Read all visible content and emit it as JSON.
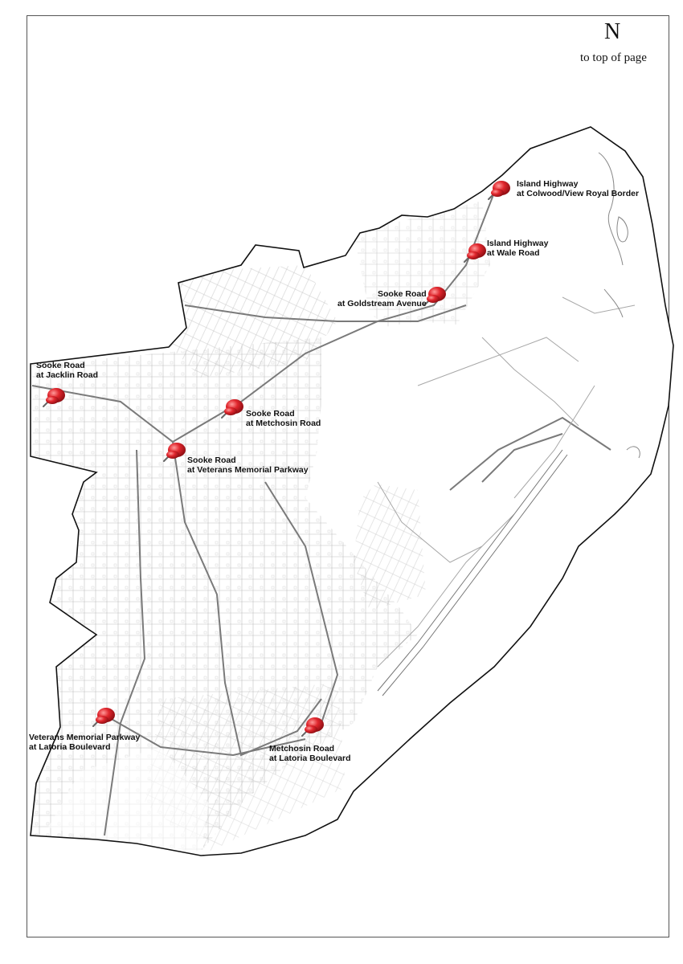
{
  "compass": {
    "north_label": "N",
    "top_link": "to top of page"
  },
  "colors": {
    "pin_red": "#d8232a",
    "boundary": "#111111",
    "street": "#9a9a9a"
  },
  "markers": [
    {
      "id": "island-colwood",
      "line1": "Island Highway",
      "line2": "at Colwood/View Royal Border"
    },
    {
      "id": "island-wale",
      "line1": "Island Highway",
      "line2": "at Wale Road"
    },
    {
      "id": "sooke-goldstream",
      "line1": "Sooke Road",
      "line2": "at Goldstream Avenue"
    },
    {
      "id": "sooke-jacklin",
      "line1": "Sooke Road",
      "line2": "at Jacklin Road"
    },
    {
      "id": "sooke-metchosin",
      "line1": "Sooke Road",
      "line2": "at Metchosin Road"
    },
    {
      "id": "sooke-veterans",
      "line1": "Sooke Road",
      "line2": "at Veterans Memorial Parkway"
    },
    {
      "id": "veterans-latoria",
      "line1": "Veterans Memorial Parkway",
      "line2": "at Latoria Boulevard"
    },
    {
      "id": "metchosin-latoria",
      "line1": "Metchosin Road",
      "line2": "at Latoria Boulevard"
    }
  ]
}
